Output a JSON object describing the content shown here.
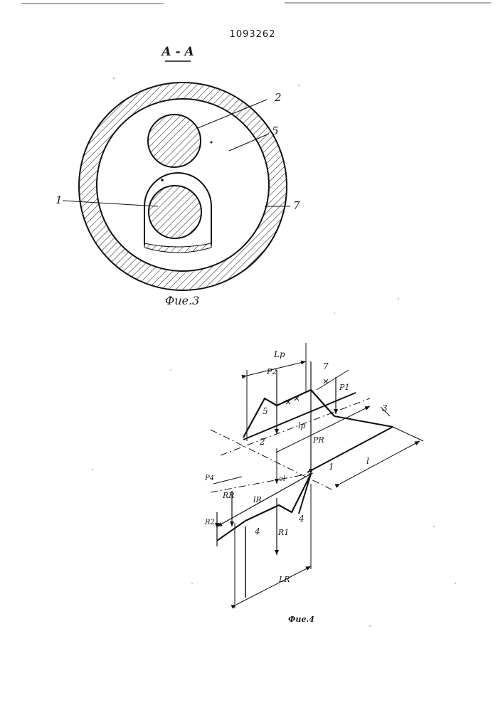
{
  "patent_number": "1093262",
  "fig3": {
    "section_label": "A - A",
    "caption": "Фие.3",
    "labels": {
      "l1": "1",
      "l2": "2",
      "l5": "5",
      "l7": "7"
    }
  },
  "fig4": {
    "caption": "Фие.4",
    "labels": {
      "Lp": "Lp",
      "P2": "P2",
      "n7": "7",
      "P1": "P1",
      "n5": "5",
      "n3": "3",
      "lp": "lp",
      "n2": "2",
      "PR": "PR",
      "n1": "1",
      "l": "l",
      "Pb": "P4",
      "el": "el",
      "RR": "RR",
      "lR": "lR",
      "n4a": "4",
      "R2": "R2",
      "n4b": "4",
      "R1": "R1",
      "LR": "LR"
    }
  }
}
